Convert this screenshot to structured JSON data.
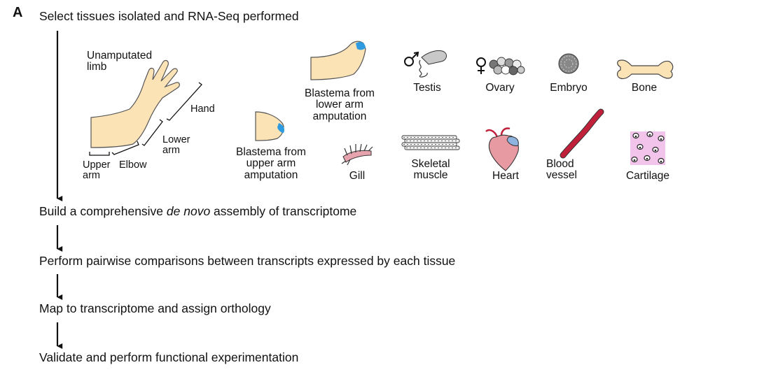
{
  "panel_label": "A",
  "steps": [
    {
      "pre": "Select tissues isolated and RNA-Seq performed",
      "em": "",
      "post": ""
    },
    {
      "pre": "Build a comprehensive ",
      "em": "de novo",
      "post": " assembly of transcriptome"
    },
    {
      "pre": "Perform pairwise comparisons between transcripts expressed by each tissue",
      "em": "",
      "post": ""
    },
    {
      "pre": "Map to transcriptome and assign orthology",
      "em": "",
      "post": ""
    },
    {
      "pre": "Validate and perform functional experimentation",
      "em": "",
      "post": ""
    }
  ],
  "limb": {
    "title": [
      "Unamputated",
      "limb"
    ],
    "hand": "Hand",
    "lower_arm": [
      "Lower",
      "arm"
    ],
    "upper_arm": [
      "Upper",
      "arm"
    ],
    "elbow": "Elbow"
  },
  "tissues": {
    "blastema_lower": [
      "Blastema from",
      "lower arm",
      "amputation"
    ],
    "blastema_upper": [
      "Blastema from",
      "upper arm",
      "amputation"
    ],
    "testis": "Testis",
    "ovary": "Ovary",
    "embryo": "Embryo",
    "bone": "Bone",
    "gill": "Gill",
    "skeletal_muscle": [
      "Skeletal",
      "muscle"
    ],
    "heart": "Heart",
    "blood_vessel": [
      "Blood",
      "vessel"
    ],
    "cartilage": "Cartilage"
  },
  "colors": {
    "skin": "#fbe3b6",
    "blastema": "#2e9be0",
    "testis": "#c8c8c8",
    "heart": "#e79aa2",
    "heart_atrium": "#8fb3df",
    "vessel": "#c0203a",
    "cartilage": "#f2c4ec",
    "gill": "#e7a3ad"
  }
}
